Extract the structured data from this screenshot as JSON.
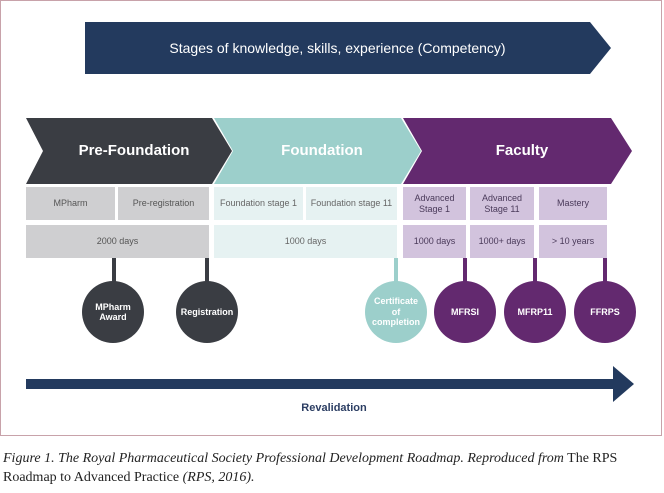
{
  "banner": {
    "text": "Stages of knowledge, skills, experience (Competency)",
    "color": "#233a5e"
  },
  "phases": [
    {
      "label": "Pre-Foundation",
      "color": "#3a3d43"
    },
    {
      "label": "Foundation",
      "color": "#9ccfcb"
    },
    {
      "label": "Faculty",
      "color": "#63296f"
    }
  ],
  "stages": [
    "MPharm",
    "Pre-registration",
    "Foundation stage 1",
    "Foundation stage 11",
    "Advanced\nStage 1",
    "Advanced\nStage 11",
    "Mastery"
  ],
  "durations": [
    "2000 days",
    "1000 days",
    "1000 days",
    "1000+ days",
    "> 10 years"
  ],
  "milestones": [
    "MPharm\nAward",
    "Registration",
    "Certificate\nof\ncompletion",
    "MFRSI",
    "MFRP11",
    "FFRPS"
  ],
  "revalidation": "Revalidation",
  "caption": {
    "italic_1": "Figure 1. The Royal Pharmaceutical Society Professional Development Roadmap. Reproduced from",
    "roman": " The RPS Roadmap to Advanced Practice ",
    "italic_2": "(RPS, 2016)."
  },
  "colors": {
    "grey_cell": "#cfcfd1",
    "foundation_cell": "#e6f2f2",
    "faculty_cell": "#d2c3dd",
    "dark_circle": "#3a3d43",
    "teal_circle": "#9ccfcb",
    "purple_circle": "#63296f",
    "revalidation_arrow": "#233a5e"
  }
}
